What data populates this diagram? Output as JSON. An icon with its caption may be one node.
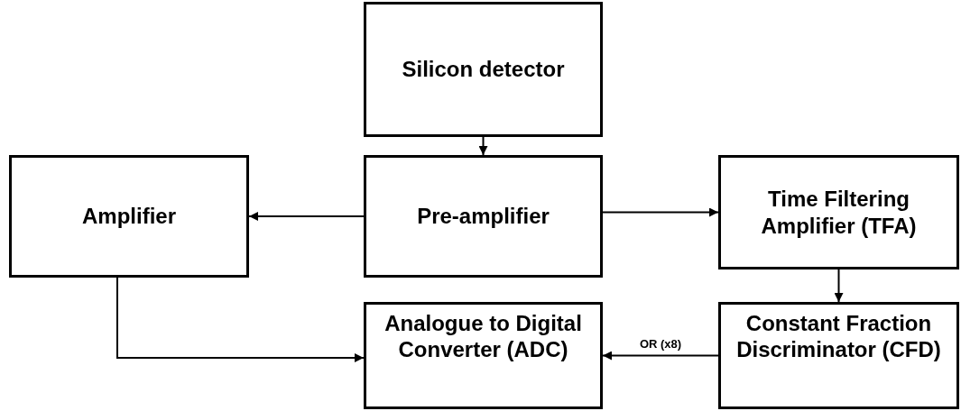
{
  "diagram": {
    "nodes": [
      {
        "text": [
          "Silicon detector"
        ]
      },
      {
        "text": [
          "Pre-amplifier"
        ]
      },
      {
        "text": [
          "Amplifier"
        ]
      },
      {
        "text": [
          "Time Filtering Amplifier (TFA)"
        ]
      },
      {
        "text": [
          "Analogue to Digital Converter (ADC)"
        ]
      },
      {
        "text": [
          "Constant Fraction Discriminator (CFD)"
        ]
      }
    ],
    "edges": [
      {
        "from": 0,
        "to": 1,
        "arrow": "to"
      },
      {
        "from": 1,
        "to": 2,
        "arrow": "to"
      },
      {
        "from": 1,
        "to": 3,
        "arrow": "to"
      },
      {
        "from": 3,
        "to": 5,
        "arrow": "to"
      },
      {
        "from": 2,
        "to": 4,
        "arrow": "to"
      },
      {
        "from": 5,
        "to": 4,
        "arrow": "to",
        "label": "OR (x8)"
      }
    ]
  }
}
